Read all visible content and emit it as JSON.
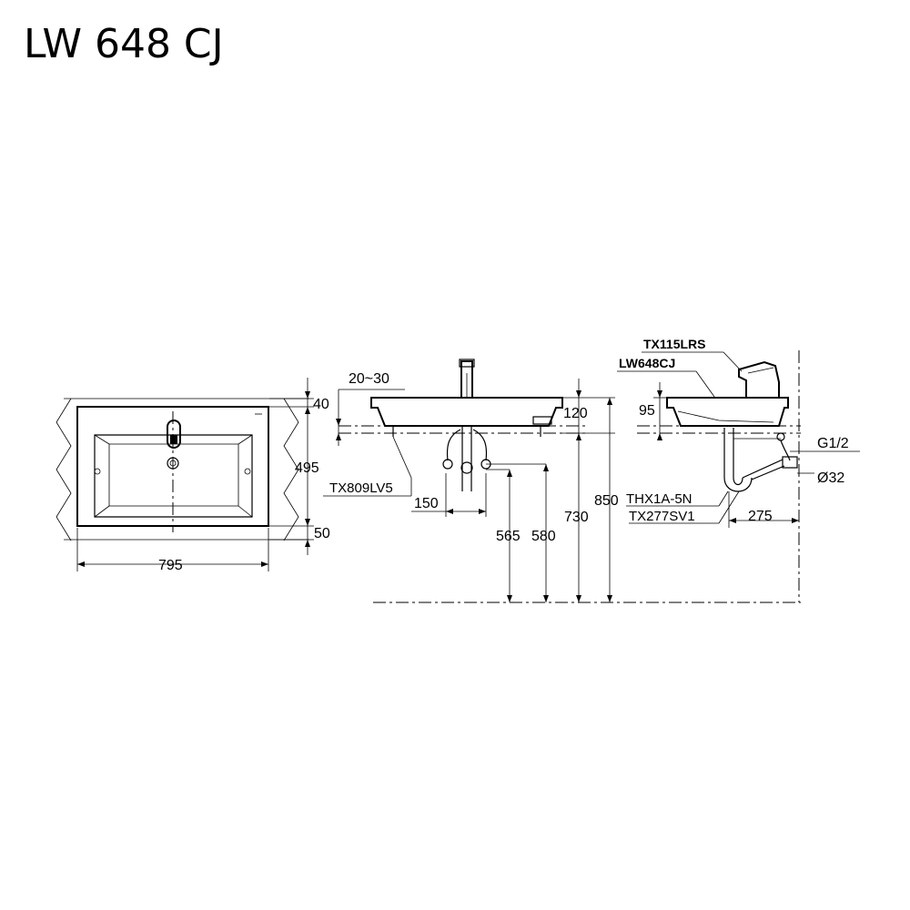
{
  "title": "LW 648 CJ",
  "dimensions": {
    "top_depth_back": "40",
    "top_depth_total": "495",
    "top_depth_front": "50",
    "top_width": "795",
    "front_mount_range": "20~30",
    "front_tap_offset": "150",
    "front_height_565": "565",
    "front_height_580": "580",
    "front_height_730": "730",
    "front_height_850": "850",
    "front_rim": "120",
    "side_rim": "95",
    "side_trap_offset": "275",
    "side_g12": "G1/2",
    "side_dia32": "Ø32"
  },
  "parts": {
    "mount_kit": "TX809LV5",
    "faucet": "TX115LRS",
    "basin": "LW648CJ",
    "drain": "THX1A-5N",
    "trap": "TX277SV1"
  }
}
